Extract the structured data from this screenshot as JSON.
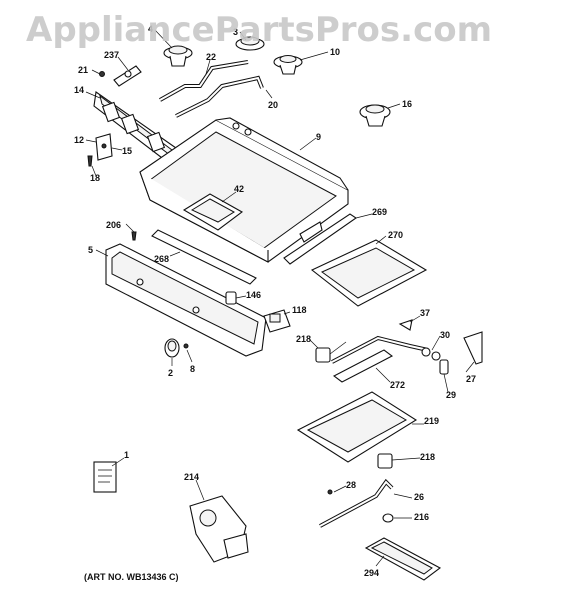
{
  "watermark": "AppliancePartsPros.com",
  "art_number": "(ART NO. WB13436 C)",
  "callouts": [
    "4",
    "3",
    "237",
    "22",
    "10",
    "21",
    "14",
    "20",
    "16",
    "9",
    "12",
    "15",
    "18",
    "42",
    "206",
    "269",
    "270",
    "5",
    "268",
    "146",
    "118",
    "37",
    "218",
    "30",
    "2",
    "8",
    "272",
    "27",
    "29",
    "219",
    "1",
    "218",
    "214",
    "28",
    "26",
    "216",
    "294"
  ]
}
